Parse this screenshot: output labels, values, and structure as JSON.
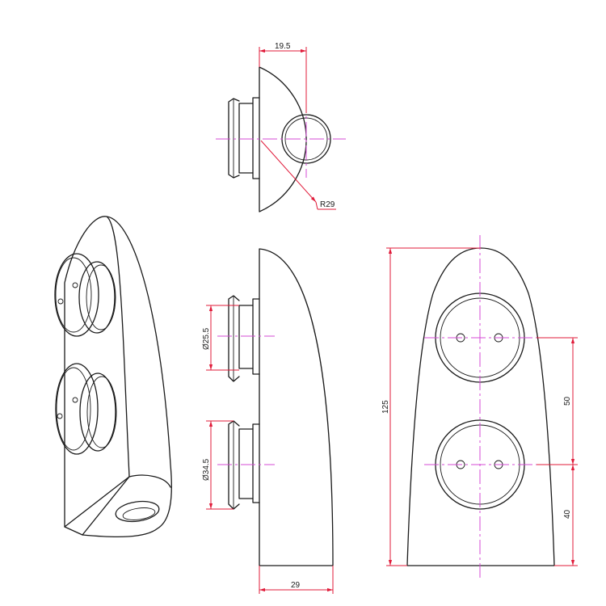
{
  "colors": {
    "outline": "#1a1a1a",
    "center_line": "#d54bd5",
    "dimension": "#e01b3a",
    "background": "#ffffff"
  },
  "dimensions": {
    "top_width": "19.5",
    "top_radius": "R29",
    "side_small_dia": "Ø25.5",
    "side_large_dia": "Ø34.5",
    "side_depth": "29",
    "front_height": "125",
    "front_hole_spacing": "50",
    "front_bottom_offset": "40"
  }
}
